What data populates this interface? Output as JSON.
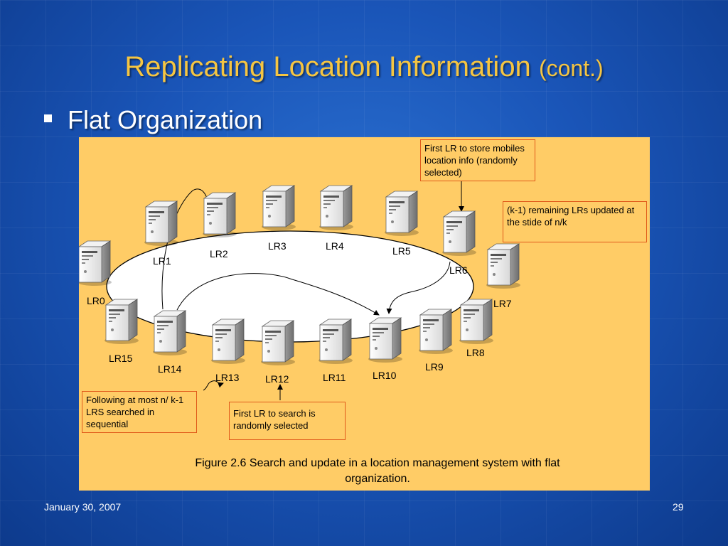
{
  "slide": {
    "title": "Replicating Location Information",
    "title_suffix": "(cont.)",
    "bullet": "Flat Organization",
    "footer_date": "January 30, 2007",
    "page_number": "29"
  },
  "diagram": {
    "server_labels": {
      "lr0": "LR0",
      "lr1": "LR1",
      "lr2": "LR2",
      "lr3": "LR3",
      "lr4": "LR4",
      "lr5": "LR5",
      "lr6": "LR6",
      "lr7": "LR7",
      "lr8": "LR8",
      "lr9": "LR9",
      "lr10": "LR10",
      "lr11": "LR11",
      "lr12": "LR12",
      "lr13": "LR13",
      "lr14": "LR14",
      "lr15": "LR15"
    },
    "notes": {
      "first_store": "First LR to store mobiles location info (randomly selected)",
      "remaining": "(k-1) remaining LRs updated at the stide of n/k",
      "following": "Following at most n/ k-1 LRS searched in sequential",
      "first_search": "First LR to search is randomly selected"
    },
    "caption": "Figure 2.6 Search and update in a location management system with flat organization."
  }
}
